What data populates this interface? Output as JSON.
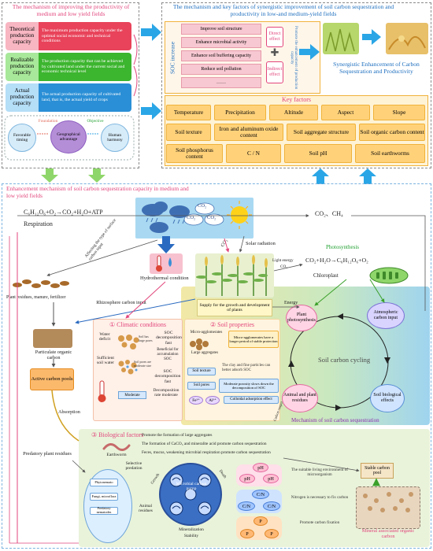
{
  "panel_left": {
    "title": "The mechanism of improving the productivity of medium and low yield fields",
    "capacities": [
      {
        "label": "Theoretical production capacity",
        "desc": "The maximum production capacity under the optimal social economic and technical conditions",
        "label_color": "#f2a5b3",
        "desc_color": "#e8435a"
      },
      {
        "label": "Realizable production capacity",
        "desc": "The production capacity that can be achieved by cultivated land under the current social and economic technical level",
        "label_color": "#9be28a",
        "desc_color": "#3cb52f"
      },
      {
        "label": "Actual production capacity",
        "desc": "The actual production capacity of cultivated land, that is, the actual yield of crops",
        "label_color": "#a7d6f5",
        "desc_color": "#2a8fd6"
      }
    ],
    "foundation_label": "Foundation",
    "objective_label": "Objective",
    "circles": [
      "Favorable timing",
      "Geographical advantage",
      "Human harmony"
    ]
  },
  "panel_right": {
    "title": "The mechanism and key factors of synergistic improvement of soil carbon sequestration and productivity in low-and medium-yield fields",
    "soc_increase": "SOC increase",
    "soc_items": [
      "Improve soil structure",
      "Enhance microbial activity",
      "Enhance soil buffering capacity",
      "Reduce soil pollution",
      "……"
    ],
    "direct_effect": "Direct effect",
    "indirect_effect": "Indirect effect",
    "promote_label": "Promote the enhancement of production capacity",
    "synergy_text": "Synergistic Enhancement of Carbon Sequestration and Productivity",
    "key_factors_title": "Key factors",
    "key_factors": [
      "Temperature",
      "Precipitation",
      "Altitude",
      "Aspect",
      "Slope",
      "Soil texture",
      "Iron and aluminum oxide content",
      "Soil aggregate structure",
      "Soil organic carbon content",
      "Soil phosphorus content",
      "C / N",
      "Soil pH",
      "Soil earthworms"
    ]
  },
  "panel_bottom": {
    "title": "Enhancement mechanism of soil carbon sequestration capacity in medium and low yield fields",
    "respiration_eq": "C₆H₁₂O₆+O₂→CO₂+H₂O+ATP",
    "respiration": "Respiration",
    "co2_ch4": "CO₂、CH₄",
    "co2_label": "CO₂",
    "co2_side": "CO₂",
    "solar_radiation": "Solar radiation",
    "affecting_text": "Affecting the type of surface carbon input",
    "hydrothermal": "Hydrothermal condition",
    "photosynthesis": "Photosynthesis",
    "light_energy": "Light energy",
    "photo_co2": "CO₂",
    "photo_eq": "CO₂+H₂O→C₆H₁₂O₆+O₂",
    "chloroplast": "Chloroplast",
    "supply": "Supply for the growth and development of plants",
    "energy": "Energy",
    "plant_residues": "Plant residues, manure, fertilizer",
    "rhizosphere": "Rhizosphere carbon input",
    "particulate": "Particulate organic carbon",
    "active_pools": "Active carbon pools",
    "absorption": "Absorption",
    "predatory": "Predatory plant residues",
    "climatic_title": "① Climatic conditions",
    "water_deficit": "Water deficit",
    "sufficient_water": "Sufficient soil water",
    "soc_decomp_fast": "SOC decomposition fast",
    "beneficial": "Beneficial for accumulation SOC",
    "soc_decomp_fast2": "SOC decomposition fast",
    "decomp_moderate": "Decomposition rate moderate",
    "small_pores": "Soil has large pores",
    "moderate_pores": "Soil pores are moderate size",
    "moderate_tag": "Moderate",
    "soil_props_title": "② Soil properties",
    "micro_agg": "Micro-agglomerates",
    "large_agg": "Large aggregates",
    "micro_note": "Micro-agglomerates have a longer period of stable protection",
    "soil_texture": "Soil texture",
    "clay_note": "The clay and fine particles can better adsorb SOC",
    "soil_pores": "Soil pores",
    "porosity_note": "Moderate porosity slows down the decomposition of SOC",
    "fe": "Fe³⁺",
    "al": "Al³⁺",
    "colloidal": "Colloidal adsorption effect",
    "plant_photo": "Plant photosynthesis",
    "atmo_input": "Atmospheric carbon input",
    "soil_cycling": "Soil carbon cycling",
    "animal_residues": "Animal and plant residues",
    "bio_effects": "Soil biological effects",
    "mechanism": "Mechanism of soil carbon sequestration",
    "carbon_output": "Carbon output",
    "bio_title": "③ Biological factors",
    "earthworm": "Earthworm",
    "bio_lines": [
      "Promote the formation of large aggregates",
      "The formation of CaCO₃ and mineralite acid promote carbon sequestration",
      "Feces, mucus, weakening microbial respiration promote carbon sequestration"
    ],
    "selective": "Selective predation",
    "stable_pool": "Stable carbon pool",
    "micro_pump": "Microbial carbon pump",
    "growth": "Growth",
    "death": "Death",
    "mineralization": "Mineralization",
    "stability": "Stability",
    "animal_res": "Animal residues",
    "orgs": [
      "Phytonemato",
      "Fungi, microflora",
      "Predatory nematodes"
    ],
    "ph": "pH",
    "cn": "C/N",
    "p": "P",
    "ph_note": "The suitable living environment of microorganism",
    "cn_note": "Nitrogen is necessary to fix carbon",
    "p_note": "Promote carbon fixation",
    "mineral": "Mineral associated organic carbon"
  },
  "colors": {
    "pink_title": "#e2457c",
    "blue_title": "#1e6fbf",
    "arrow_blue": "#2aa6e6",
    "arrow_green": "#8fd66a"
  }
}
